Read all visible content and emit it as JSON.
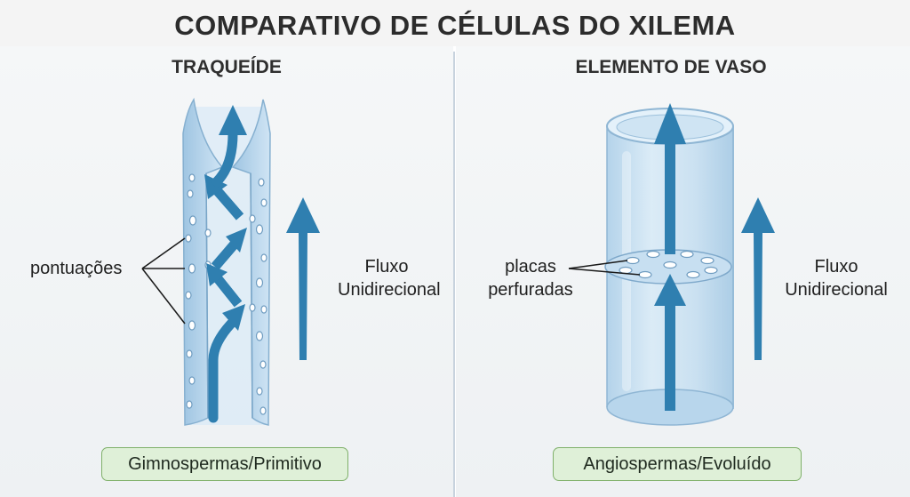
{
  "title": "COMPARATIVO DE CÉLULAS DO XILEMA",
  "left": {
    "heading": "TRAQUEÍDE",
    "pits_label": "pontuações",
    "flow_label_1": "Fluxo",
    "flow_label_2": "Unidirecional",
    "badge": "Gimnospermas/Primitivo"
  },
  "right": {
    "heading": "ELEMENTO DE VASO",
    "plate_label_1": "placas",
    "plate_label_2": "perfuradas",
    "flow_label_1": "Fluxo",
    "flow_label_2": "Unidirecional",
    "badge": "Angiospermas/Evoluído"
  },
  "colors": {
    "arrow": "#2f7fb0",
    "cell_fill": "#bcd9ef",
    "cell_edge": "#8fb6d4",
    "badge_fill": "#dff0d8",
    "badge_border": "#7fb06a"
  }
}
